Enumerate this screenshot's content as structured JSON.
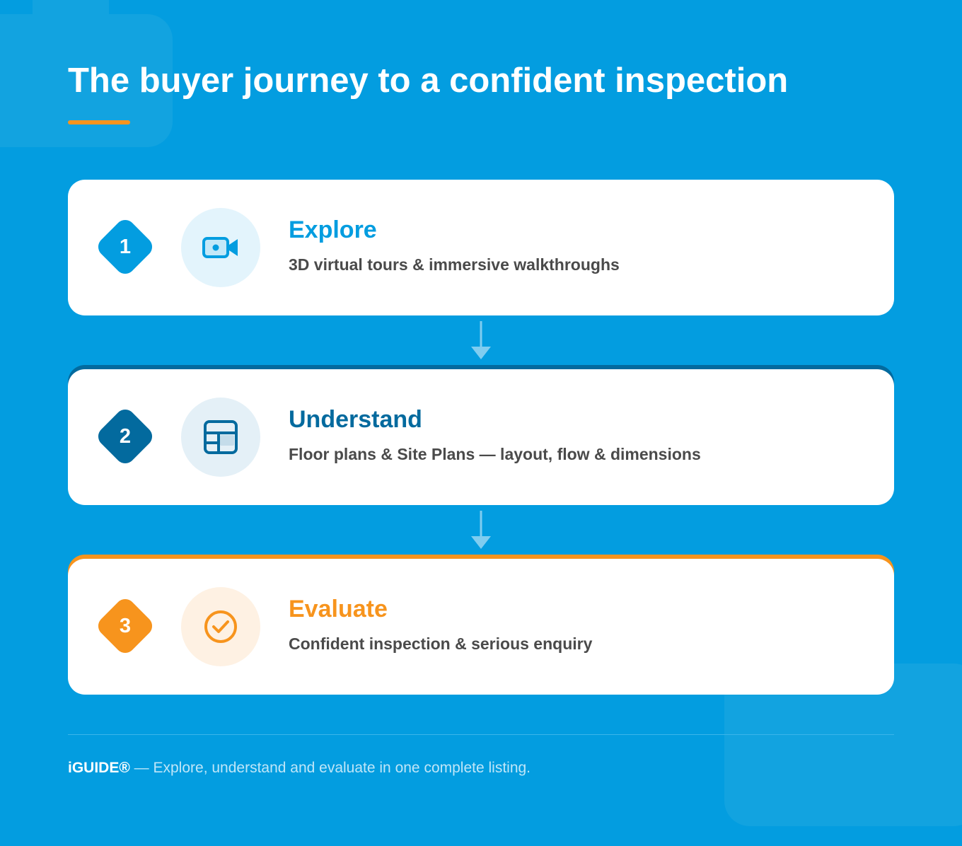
{
  "title": "The buyer journey to a confident inspection",
  "steps": [
    {
      "number": "1",
      "title": "Explore",
      "subtitle": "3D virtual tours & immersive walkthroughs",
      "icon": "video-camera-icon",
      "color": "#039de0"
    },
    {
      "number": "2",
      "title": "Understand",
      "subtitle": "Floor plans & Site Plans — layout, flow & dimensions",
      "icon": "floor-plan-icon",
      "color": "#036a9e"
    },
    {
      "number": "3",
      "title": "Evaluate",
      "subtitle": "Confident inspection & serious enquiry",
      "icon": "check-circle-icon",
      "color": "#f7941d"
    }
  ],
  "footer": {
    "brand": "iGUIDE®",
    "text": " — Explore, understand and evaluate in one complete listing."
  }
}
